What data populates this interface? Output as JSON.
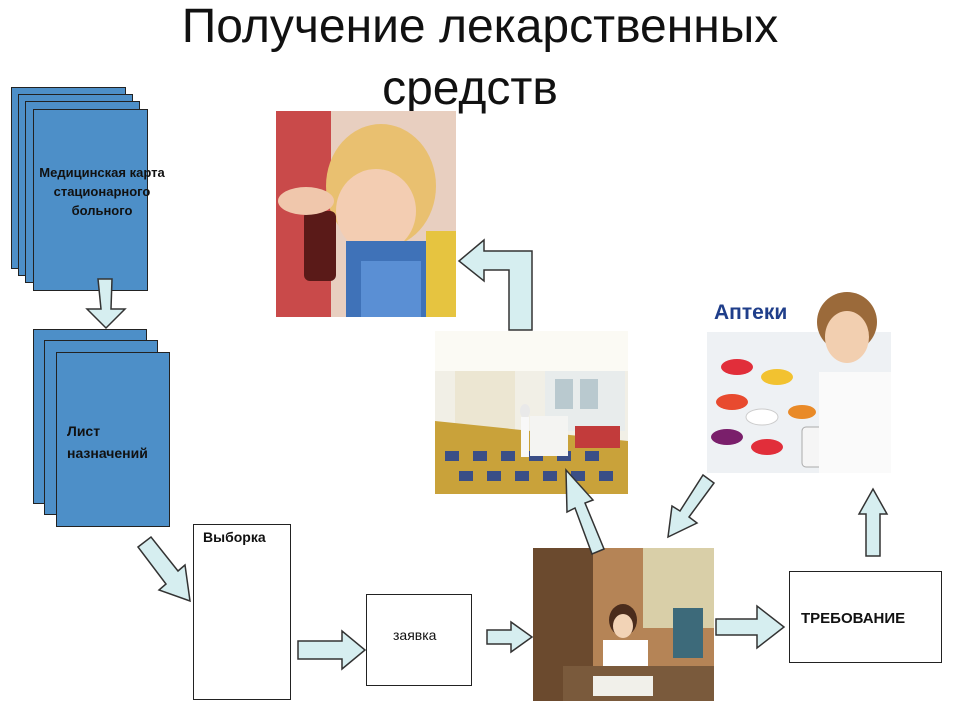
{
  "title_line1": "Получение лекарственных",
  "title_line2": "средств",
  "med_card_label": "Медицинская карта стационарного больного",
  "prescription_label": "Лист назначений",
  "selection_label": "Выборка",
  "request_label": "заявка",
  "requirement_label": "ТРЕБОВАНИЕ",
  "pharmacy_label": "Аптеки",
  "colors": {
    "arrow_fill": "#d6eef0",
    "doc_fill": "#4d8fc8",
    "doc_inner": "#3a7fbd"
  }
}
